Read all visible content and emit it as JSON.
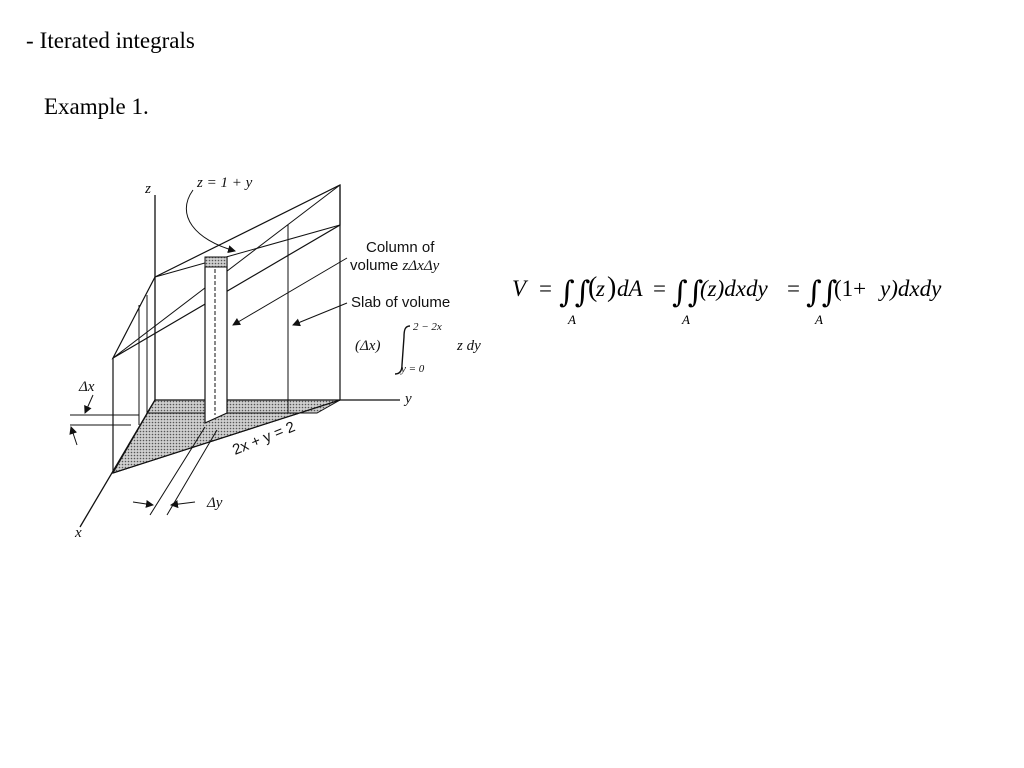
{
  "slide": {
    "heading_dash": "-",
    "heading": "Iterated integrals",
    "example": "Example 1."
  },
  "figure": {
    "z_axis": "z",
    "y_axis": "y",
    "x_axis": "x",
    "surface_label": "z = 1 + y",
    "column_line1": "Column of",
    "column_line2_text": "volume ",
    "column_line2_math": "zΔxΔy",
    "slab_line1": "Slab of volume",
    "slab_factor": "(Δx)",
    "slab_upper": "2 − 2x",
    "slab_lower": "y = 0",
    "slab_integrand": "z dy",
    "delta_x": "Δx",
    "delta_y": "Δy",
    "boundary_line": "2x + y = 2"
  },
  "formula": {
    "V": "V",
    "eq1": "=",
    "paren_z": "z",
    "dA": "dA",
    "eq2": "=",
    "z_dxdy": "(z)dxdy",
    "eq3": "=",
    "one_plus": "(1+ ",
    "y_dxdy": "y)dxdy",
    "sub1": "A",
    "sub2": "A",
    "sub3": "A"
  }
}
